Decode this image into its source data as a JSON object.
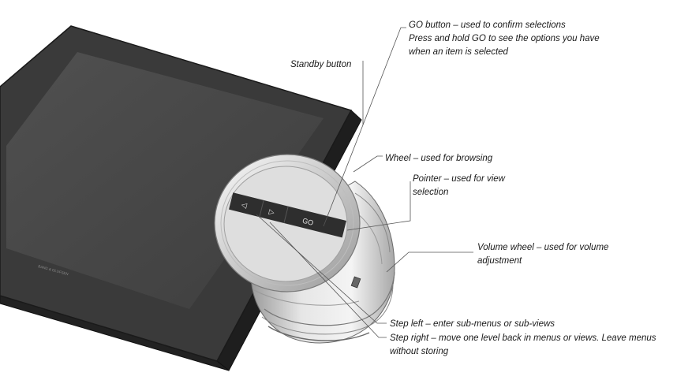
{
  "labels": {
    "go_button": {
      "line1": "GO button – used to confirm selections",
      "line2": "Press and hold GO to see the options you have",
      "line3": "when an item is selected"
    },
    "standby": "Standby button",
    "wheel": "Wheel – used for browsing",
    "pointer": {
      "line1": "Pointer – used for view",
      "line2": "selection"
    },
    "volume": {
      "line1": "Volume wheel – used for volume",
      "line2": "adjustment"
    },
    "step_left": "Step left – enter sub-menus or sub-views",
    "step_right": {
      "line1": "Step right – move one level back in menus or views. Leave menus",
      "line2": "without storing"
    }
  },
  "device": {
    "brand_text": "BANG & OLUFSEN",
    "go_key_label": "GO",
    "left_key_symbol": "◁",
    "right_key_symbol": "▷"
  },
  "colors": {
    "screen_frame": "#3c3c3c",
    "screen_glass": "#484848",
    "knob_face": "#dcdcdc",
    "key_strip": "#2e2e2e",
    "leader_line": "#555555"
  }
}
